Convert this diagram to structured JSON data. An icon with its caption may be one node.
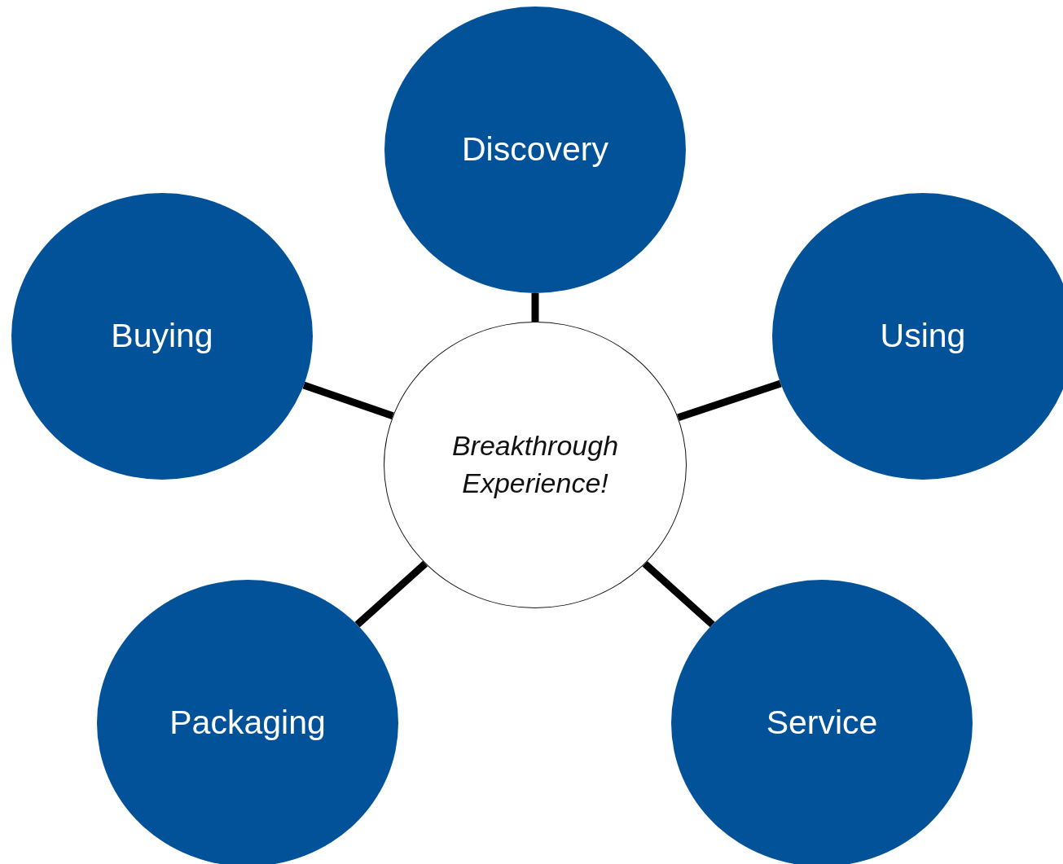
{
  "diagram": {
    "nodes": [
      {
        "text": [
          "Discovery"
        ]
      },
      {
        "text": [
          "Buying"
        ]
      },
      {
        "text": [
          "Using"
        ]
      },
      {
        "text": [
          "Breakthrough Experience!"
        ]
      },
      {
        "text": [
          "Packaging"
        ]
      },
      {
        "text": [
          "Service"
        ]
      }
    ],
    "edges": [
      {
        "from": 3,
        "to": 0,
        "arrow": "none"
      },
      {
        "from": 3,
        "to": 1,
        "arrow": "none"
      },
      {
        "from": 3,
        "to": 2,
        "arrow": "none"
      },
      {
        "from": 3,
        "to": 4,
        "arrow": "none"
      },
      {
        "from": 3,
        "to": 5,
        "arrow": "none"
      }
    ]
  }
}
